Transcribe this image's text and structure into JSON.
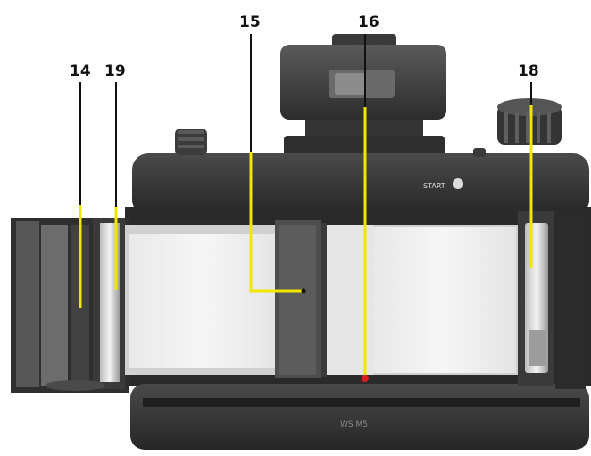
{
  "callouts": [
    {
      "id": "14",
      "label": "14"
    },
    {
      "id": "19",
      "label": "19"
    },
    {
      "id": "15",
      "label": "15"
    },
    {
      "id": "16",
      "label": "16"
    },
    {
      "id": "18",
      "label": "18"
    }
  ],
  "camera": {
    "start_label": "START",
    "badge_text": "WS M5"
  },
  "colors": {
    "leader_line": "#f2e600",
    "leader_line_dark": "#111111",
    "marker_dot": "#e0181c",
    "film": "#f1f1f1",
    "body_dark": "#2f2f2f"
  }
}
